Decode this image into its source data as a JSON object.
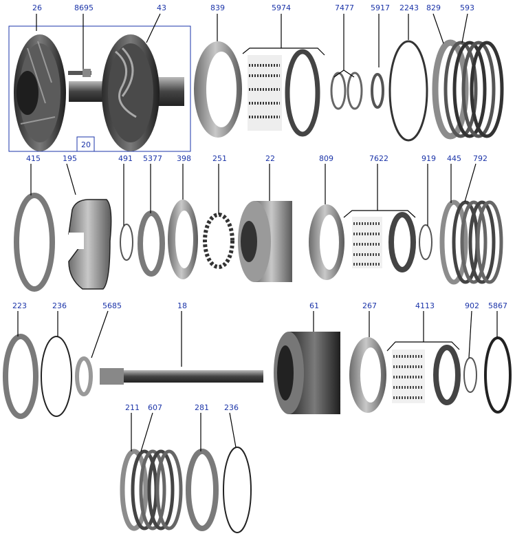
{
  "diagram": {
    "group_label": "20",
    "callouts": {
      "p26": "26",
      "p8695": "8695",
      "p43": "43",
      "p839": "839",
      "p5974": "5974",
      "p7477": "7477",
      "p5917": "5917",
      "p2243": "2243",
      "p829": "829",
      "p593": "593",
      "p415": "415",
      "p195": "195",
      "p491": "491",
      "p5377": "5377",
      "p398": "398",
      "p251": "251",
      "p22": "22",
      "p809": "809",
      "p7622": "7622",
      "p919": "919",
      "p445": "445",
      "p792": "792",
      "p223": "223",
      "p236a": "236",
      "p5685": "5685",
      "p18": "18",
      "p61": "61",
      "p267": "267",
      "p4113": "4113",
      "p902": "902",
      "p5867": "5867",
      "p211": "211",
      "p607": "607",
      "p281": "281",
      "p236b": "236"
    },
    "colors": {
      "callout_text": "#1a33a8",
      "group_box": "#1a33a8",
      "leader": "#000000"
    }
  }
}
